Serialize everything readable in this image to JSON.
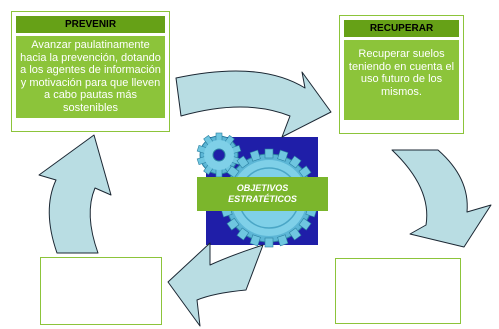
{
  "diagram": {
    "top_left": {
      "title": "PREVENIR",
      "text": "Avanzar paulatinamente hacia la prevención, dotando a los agentes de información y motivación para que lleven a cabo pautas más sostenibles"
    },
    "top_right": {
      "title": "RECUPERAR",
      "text": "Recuperar suelos teniendo en cuenta el uso futuro de los mismos."
    },
    "center": {
      "line1": "OBJETIVOS",
      "line2": "ESTRATÉTICOS"
    },
    "colors": {
      "box_border": "#8cc43a",
      "box_header": "#66a117",
      "box_body": "#8cc43a",
      "arrow_fill": "#b9dde3",
      "arrow_stroke": "#1b2733",
      "gear_square": "#1f1ea8",
      "gear_color": "#6fc6e0"
    }
  }
}
